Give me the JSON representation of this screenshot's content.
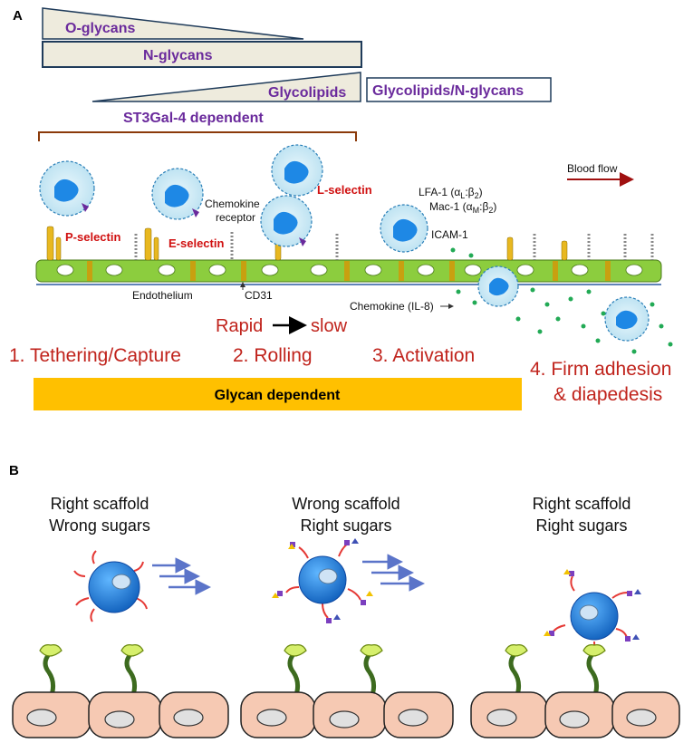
{
  "panelA": {
    "letter": "A",
    "o_glycans": "O-glycans",
    "n_glycans": "N-glycans",
    "glycolipids": "Glycolipids",
    "glycolipids_n": "Glycolipids/N-glycans",
    "st3gal": "ST3Gal-4 dependent",
    "blood_flow": "Blood flow",
    "p_selectin": "P-selectin",
    "e_selectin": "E-selectin",
    "l_selectin": "L-selectin",
    "chemokine_receptor_1": "Chemokine",
    "chemokine_receptor_2": "receptor",
    "lfa1": "LFA-1 (α",
    "lfa1_sub_l": "L",
    "lfa1_mid": ":β",
    "lfa1_sub_2": "2",
    "lfa1_end": ")",
    "mac1": "Mac-1 (α",
    "mac1_sub_m": "M",
    "mac1_mid": ":β",
    "mac1_sub_2": "2",
    "mac1_end": ")",
    "icam1": "ICAM-1",
    "endothelium": "Endothelium",
    "cd31": "CD31",
    "chemokine_il8": "Chemokine (IL-8)",
    "rapid": "Rapid",
    "slow": "slow",
    "step1": "1. Tethering/Capture",
    "step2": "2. Rolling",
    "step3": "3. Activation",
    "step4a": "4. Firm adhesion",
    "step4b": "& diapedesis",
    "glycan_dependent": "Glycan dependent",
    "colors": {
      "purple": "#6a2a9c",
      "red": "#c0231c",
      "band": "#ffc000",
      "endothelium": "#8ccd3e",
      "brace": "#8b3a0a",
      "box_fill": "#eeebdd",
      "box_border": "#1f3b5a"
    }
  },
  "panelB": {
    "letter": "B",
    "col1_line1": "Right scaffold",
    "col1_line2": "Wrong sugars",
    "col2_line1": "Wrong scaffold",
    "col2_line2": "Right sugars",
    "col3_line1": "Right scaffold",
    "col3_line2": "Right sugars",
    "colors": {
      "cell": "#f6c9b3",
      "leukocyte": "#1e88e5",
      "stalk": "#3d6b1f",
      "cup": "#d6ef6c",
      "arrow": "#5b74c9"
    }
  }
}
